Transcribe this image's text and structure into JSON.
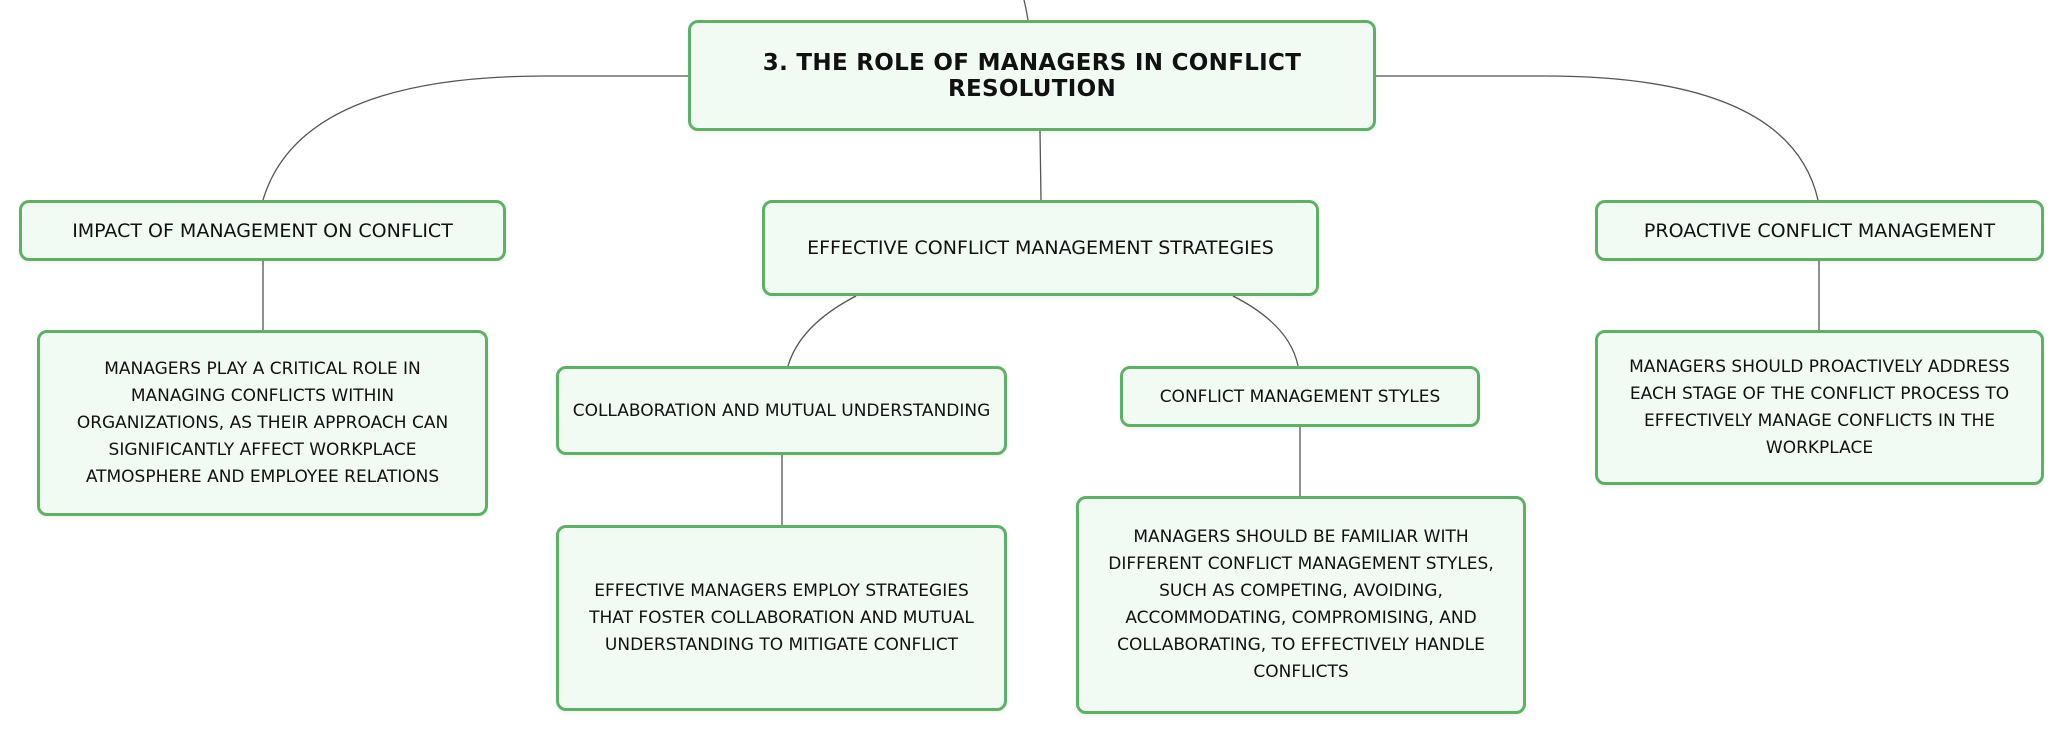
{
  "root": {
    "label": "3. THE ROLE OF MANAGERS IN CONFLICT RESOLUTION"
  },
  "topics": {
    "impact": {
      "label": "IMPACT OF MANAGEMENT ON CONFLICT",
      "detail": "MANAGERS PLAY A CRITICAL ROLE IN MANAGING CONFLICTS WITHIN ORGANIZATIONS, AS THEIR APPROACH CAN SIGNIFICANTLY AFFECT WORKPLACE ATMOSPHERE AND EMPLOYEE RELATIONS"
    },
    "strategies": {
      "label": "EFFECTIVE CONFLICT MANAGEMENT STRATEGIES",
      "collaboration": {
        "label": "COLLABORATION AND MUTUAL UNDERSTANDING",
        "detail": "EFFECTIVE MANAGERS EMPLOY STRATEGIES THAT FOSTER COLLABORATION AND MUTUAL UNDERSTANDING TO MITIGATE CONFLICT"
      },
      "styles": {
        "label": "CONFLICT MANAGEMENT STYLES",
        "detail": "MANAGERS SHOULD BE FAMILIAR WITH DIFFERENT CONFLICT MANAGEMENT STYLES, SUCH AS COMPETING, AVOIDING, ACCOMMODATING, COMPROMISING, AND COLLABORATING, TO EFFECTIVELY HANDLE CONFLICTS"
      }
    },
    "proactive": {
      "label": "PROACTIVE CONFLICT MANAGEMENT",
      "detail": "MANAGERS SHOULD PROACTIVELY ADDRESS EACH STAGE OF THE CONFLICT PROCESS TO EFFECTIVELY MANAGE CONFLICTS IN THE WORKPLACE"
    }
  },
  "colors": {
    "node_border": "#5bb264",
    "node_fill": "#f2faf4",
    "connector": "#555555",
    "text": "#111111"
  }
}
